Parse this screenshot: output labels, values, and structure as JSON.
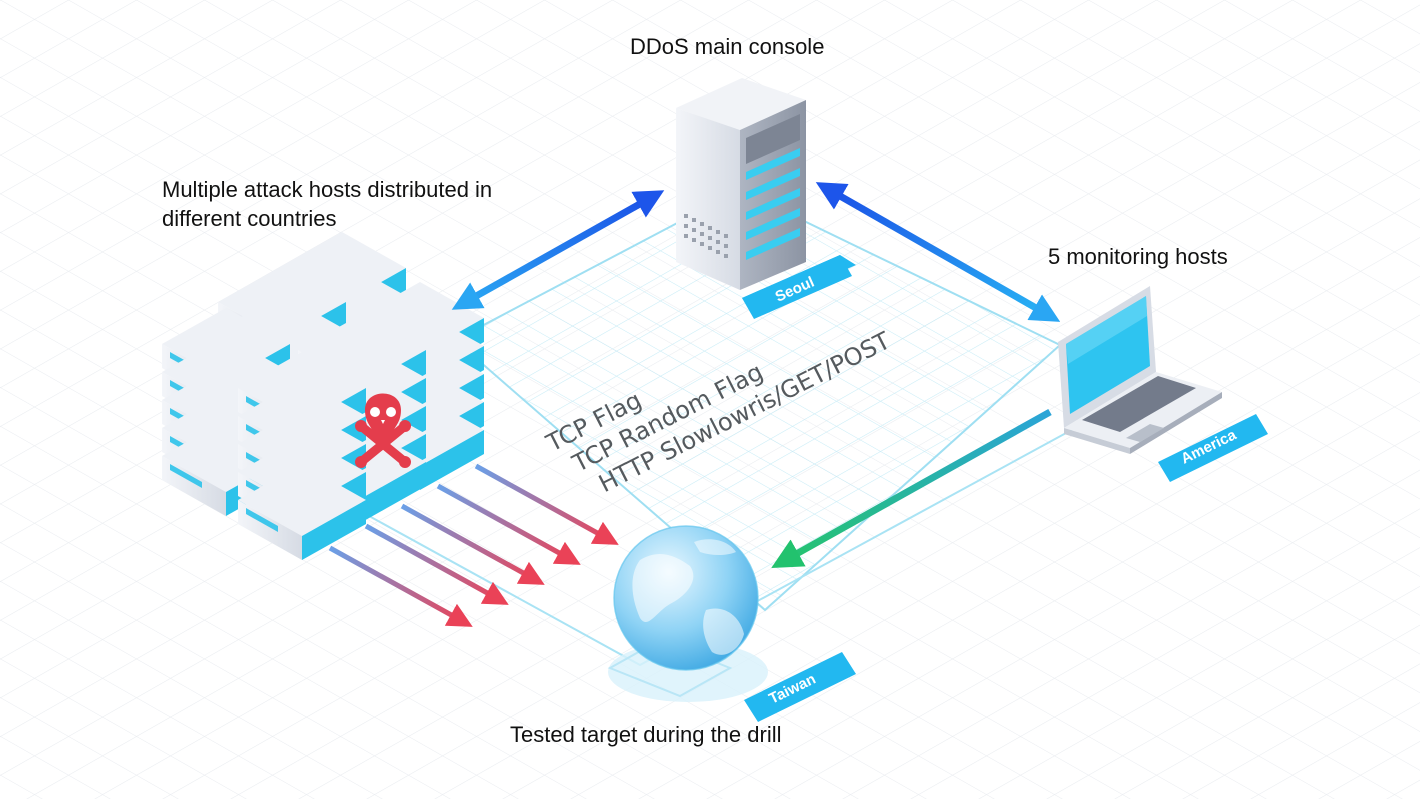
{
  "labels": {
    "console": "DDoS main console",
    "attack_hosts": "Multiple attack hosts distributed in different countries",
    "monitoring": "5 monitoring hosts",
    "target": "Tested target during the drill"
  },
  "location_tags": {
    "seoul": "Seoul",
    "america": "America",
    "taiwan": "Taiwan"
  },
  "attack_types": [
    "TCP Flag",
    "TCP Random Flag",
    "HTTP Slowlowris/GET/POST"
  ],
  "colors": {
    "accent_cyan": "#29c6ef",
    "tag_blue": "#22b8f0",
    "arrow_blue": "#1a5cf0",
    "arrow_green": "#22c07a",
    "attack_red": "#e8445a",
    "skull_red": "#e43d4c"
  },
  "icons": [
    "server-rack-icon",
    "laptop-icon",
    "globe-icon",
    "skull-icon"
  ]
}
